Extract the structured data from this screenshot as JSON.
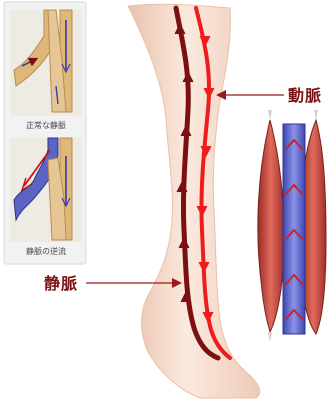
{
  "panels": {
    "normal_caption": "正常な静脈",
    "reflux_caption": "静脈の逆流"
  },
  "labels": {
    "artery": "動脈",
    "vein": "静脈"
  },
  "colors": {
    "vein": "#7a1010",
    "artery": "#ee1c1c",
    "skin": "#f3d7c7",
    "vessel_blue": "#5a63c9",
    "muscle": "#c4463c"
  }
}
